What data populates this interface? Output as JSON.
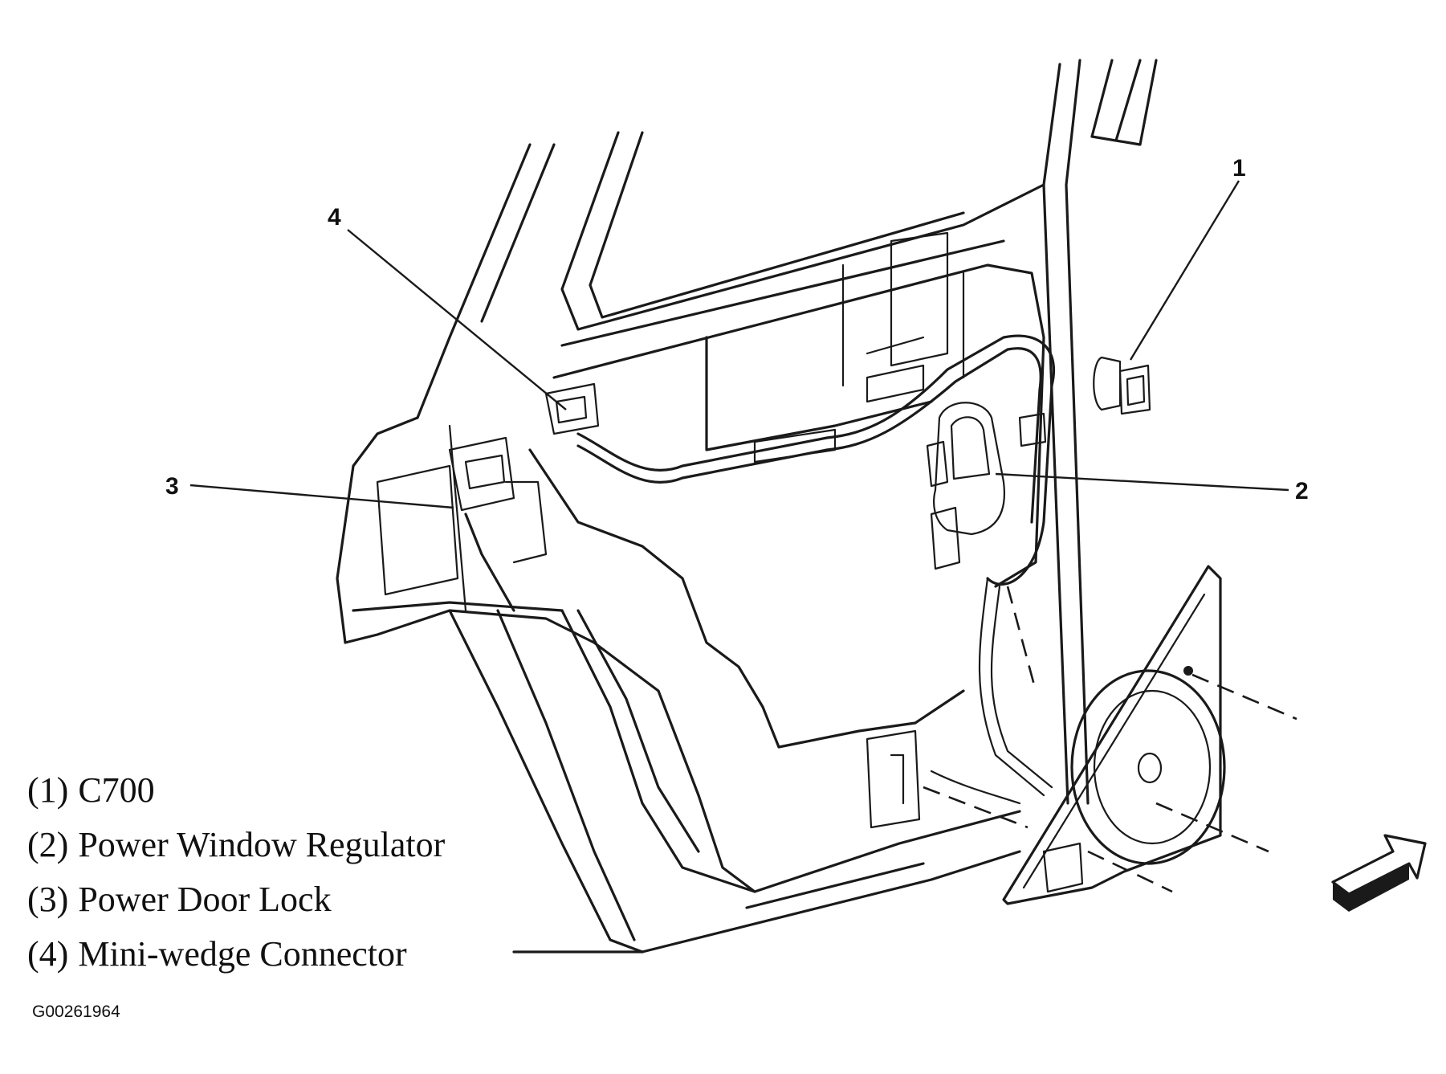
{
  "callouts": [
    "1",
    "2",
    "3",
    "4"
  ],
  "legend": [
    {
      "num": "(1)",
      "label": "C700"
    },
    {
      "num": "(2)",
      "label": "Power Window Regulator"
    },
    {
      "num": "(3)",
      "label": "Power Door Lock"
    },
    {
      "num": "(4)",
      "label": "Mini-wedge Connector"
    }
  ],
  "figure_code": "G00261964",
  "colors": {
    "ink": "#1a1a1a",
    "background": "#ffffff"
  },
  "icons": {
    "direction_arrow": "hollow-3d-arrow-icon"
  }
}
